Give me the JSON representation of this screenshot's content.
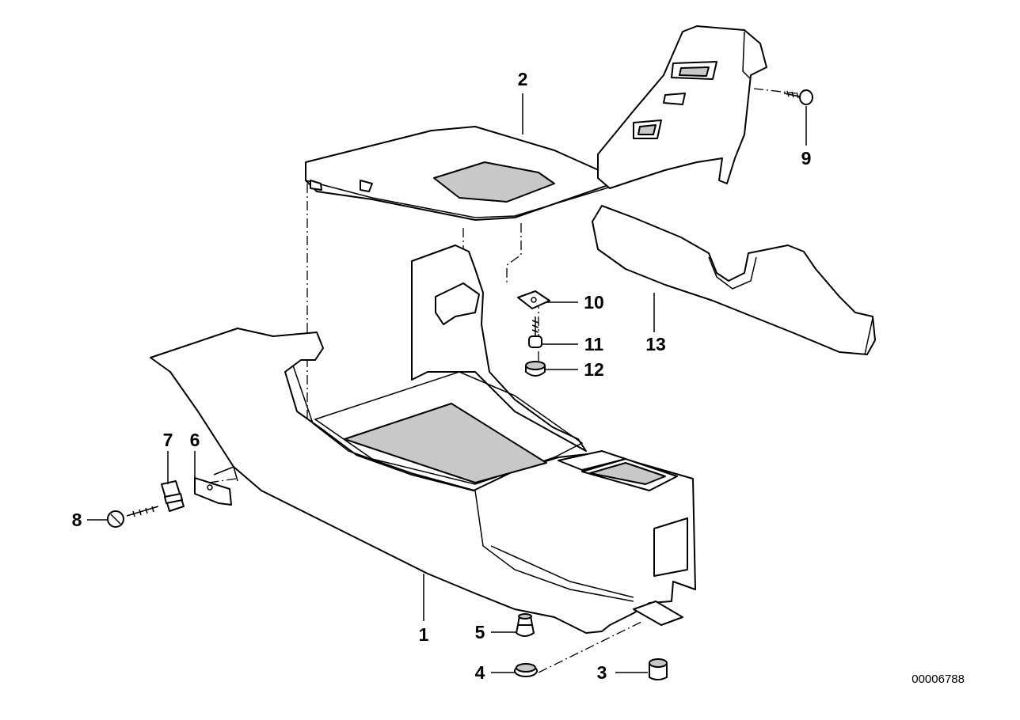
{
  "callouts": {
    "c1": "1",
    "c2": "2",
    "c3": "3",
    "c4": "4",
    "c5": "5",
    "c6": "6",
    "c7": "7",
    "c8": "8",
    "c9": "9",
    "c10": "10",
    "c11": "11",
    "c12": "12",
    "c13": "13"
  },
  "document_id": "00006788"
}
